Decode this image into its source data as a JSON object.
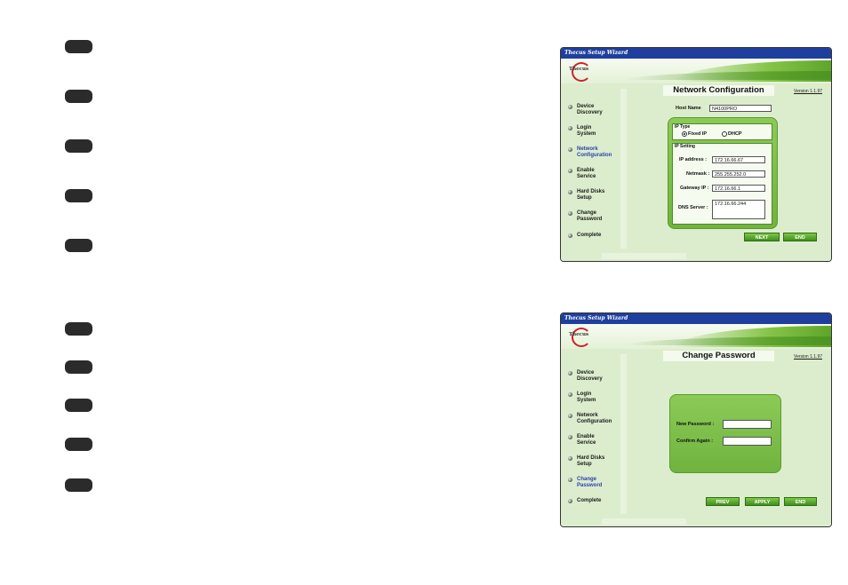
{
  "wizard_title": "Thecus Setup Wizard",
  "logo_text": "Thecus",
  "version": "Version 1.1.97",
  "nav_items": [
    "Device\nDiscovery",
    "Login\nSystem",
    "Network\nConfiguration",
    "Enable\nService",
    "Hard Disks\nSetup",
    "Change\nPassword",
    "Complete"
  ],
  "network": {
    "heading": "Network Configuration",
    "host_name_label": "Host Name",
    "host_name": "N4100PRO",
    "ip_type_legend": "IP Type",
    "fixed_ip_label": "Fixed IP",
    "dhcp_label": "DHCP",
    "ip_setting_legend": "IP Setting",
    "ip_label": "IP address :",
    "ip_value": "172.16.66.67",
    "netmask_label": "Netmask :",
    "netmask_value": "255.255.252.0",
    "gateway_label": "Gateway IP :",
    "gateway_value": "172.16.66.1",
    "dns_label": "DNS Server :",
    "dns_value": "172.16.66.244",
    "next_button": "NEXT",
    "end_button": "END"
  },
  "password": {
    "heading": "Change Password",
    "new_label": "New Password :",
    "new_value": "",
    "confirm_label": "Confirm Again :",
    "confirm_value": "",
    "prev_button": "PREV",
    "apply_button": "APPLY",
    "end_button": "END"
  }
}
